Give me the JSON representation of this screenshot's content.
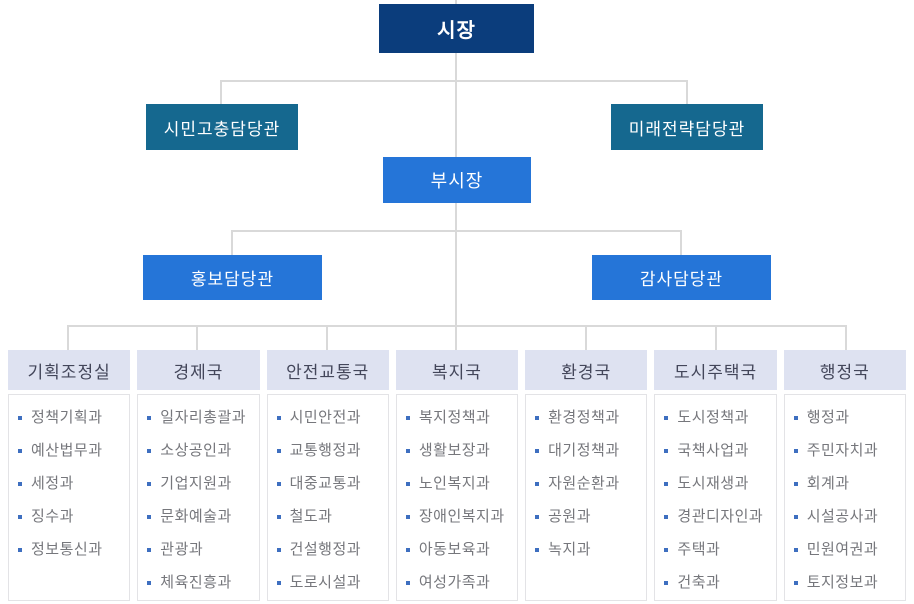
{
  "tree": {
    "mayor": "시장",
    "vice_mayor": "부시장",
    "mayor_staff": [
      "시민고충담당관",
      "미래전략담당관"
    ],
    "vice_mayor_staff": [
      "홍보담당관",
      "감사담당관"
    ]
  },
  "departments": [
    {
      "name": "기획조정실",
      "divisions": [
        "정책기획과",
        "예산법무과",
        "세정과",
        "징수과",
        "정보통신과"
      ]
    },
    {
      "name": "경제국",
      "divisions": [
        "일자리총괄과",
        "소상공인과",
        "기업지원과",
        "문화예술과",
        "관광과",
        "체육진흥과"
      ]
    },
    {
      "name": "안전교통국",
      "divisions": [
        "시민안전과",
        "교통행정과",
        "대중교통과",
        "철도과",
        "건설행정과",
        "도로시설과"
      ]
    },
    {
      "name": "복지국",
      "divisions": [
        "복지정책과",
        "생활보장과",
        "노인복지과",
        "장애인복지과",
        "아동보육과",
        "여성가족과"
      ]
    },
    {
      "name": "환경국",
      "divisions": [
        "환경정책과",
        "대기정책과",
        "자원순환과",
        "공원과",
        "녹지과"
      ]
    },
    {
      "name": "도시주택국",
      "divisions": [
        "도시정책과",
        "국책사업과",
        "도시재생과",
        "경관디자인과",
        "주택과",
        "건축과"
      ]
    },
    {
      "name": "행정국",
      "divisions": [
        "행정과",
        "주민자치과",
        "회계과",
        "시설공사과",
        "민원여권과",
        "토지정보과"
      ]
    }
  ],
  "colors": {
    "mayor_box": "#0b3d7c",
    "senior_staff_box": "#15688f",
    "vice_mayor_box": "#2575d8",
    "vice_staff_box": "#2575d8",
    "dept_header_bg": "#dee2f1",
    "dept_header_text": "#43465a",
    "division_text": "#76777c",
    "bullet": "#3e6fc0",
    "connector_line": "#d9d9d9"
  }
}
